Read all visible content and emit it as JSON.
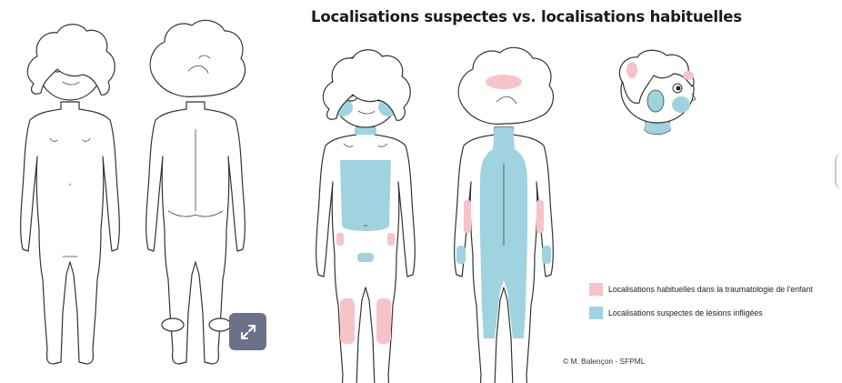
{
  "title": "Localisations suspectes vs. localisations habituelles",
  "legend": [
    {
      "label": "Localisations habituelles dans la traumatologie de l'enfant",
      "color": "#f6c3c8"
    },
    {
      "label": "Localisations suspectes de lésions infligées",
      "color": "#9fd3df"
    }
  ],
  "credit": "© M. Balençon - SFPML",
  "colors": {
    "habituelles": "#f6c3c8",
    "suspectes": "#9fd3df",
    "outline": "#333333",
    "button": "#6b7188"
  },
  "icons": {
    "expand": "expand-arrows-icon"
  }
}
